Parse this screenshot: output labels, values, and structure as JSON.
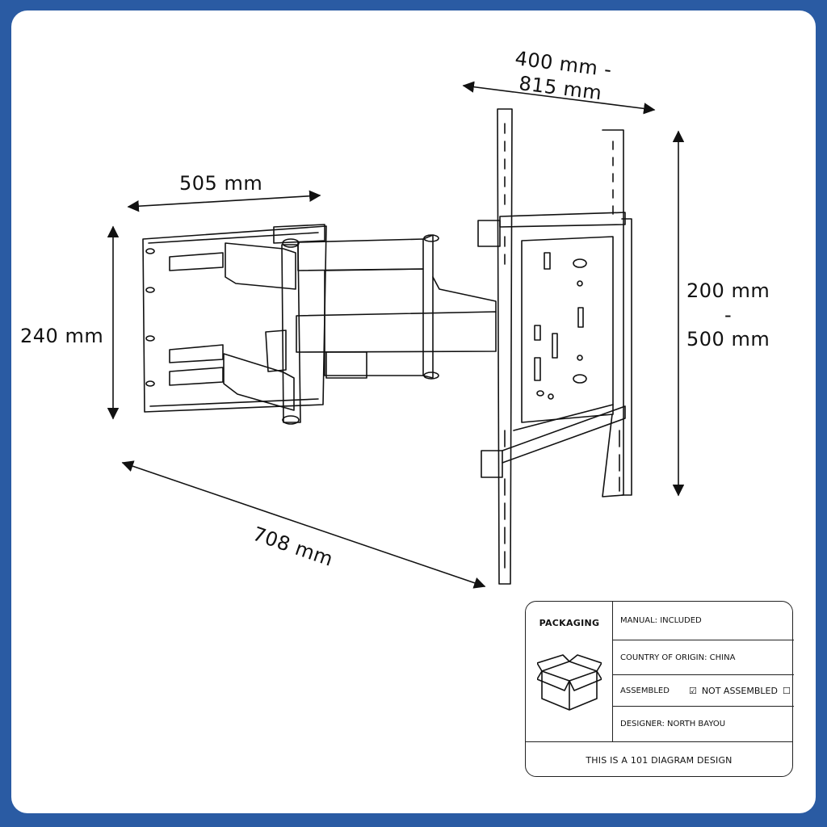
{
  "dimensions": {
    "arm_width": "505 mm",
    "arm_height": "240 mm",
    "extension": "708 mm",
    "vesa_width_line1": "400 mm -",
    "vesa_width_line2": "815 mm",
    "vesa_height_line1": "200 mm",
    "vesa_height_line2": "-",
    "vesa_height_line3": "500 mm"
  },
  "packaging": {
    "title": "PACKAGING",
    "manual": "MANUAL: INCLUDED",
    "origin": "COUNTRY OF ORIGIN: CHINA",
    "assembled_label": "ASSEMBLED",
    "assembled_mark": "☑",
    "not_assembled_label": "NOT ASSEMBLED",
    "not_assembled_mark": "☐",
    "designer": "DESIGNER: NORTH BAYOU",
    "footer": "THIS IS A 101 DIAGRAM DESIGN"
  },
  "colors": {
    "frame": "#2a5ba3",
    "line": "#111111",
    "background": "#ffffff"
  },
  "icons": [
    "open-box-icon",
    "arrow-icon",
    "checkbox-checked-icon",
    "checkbox-empty-icon"
  ]
}
